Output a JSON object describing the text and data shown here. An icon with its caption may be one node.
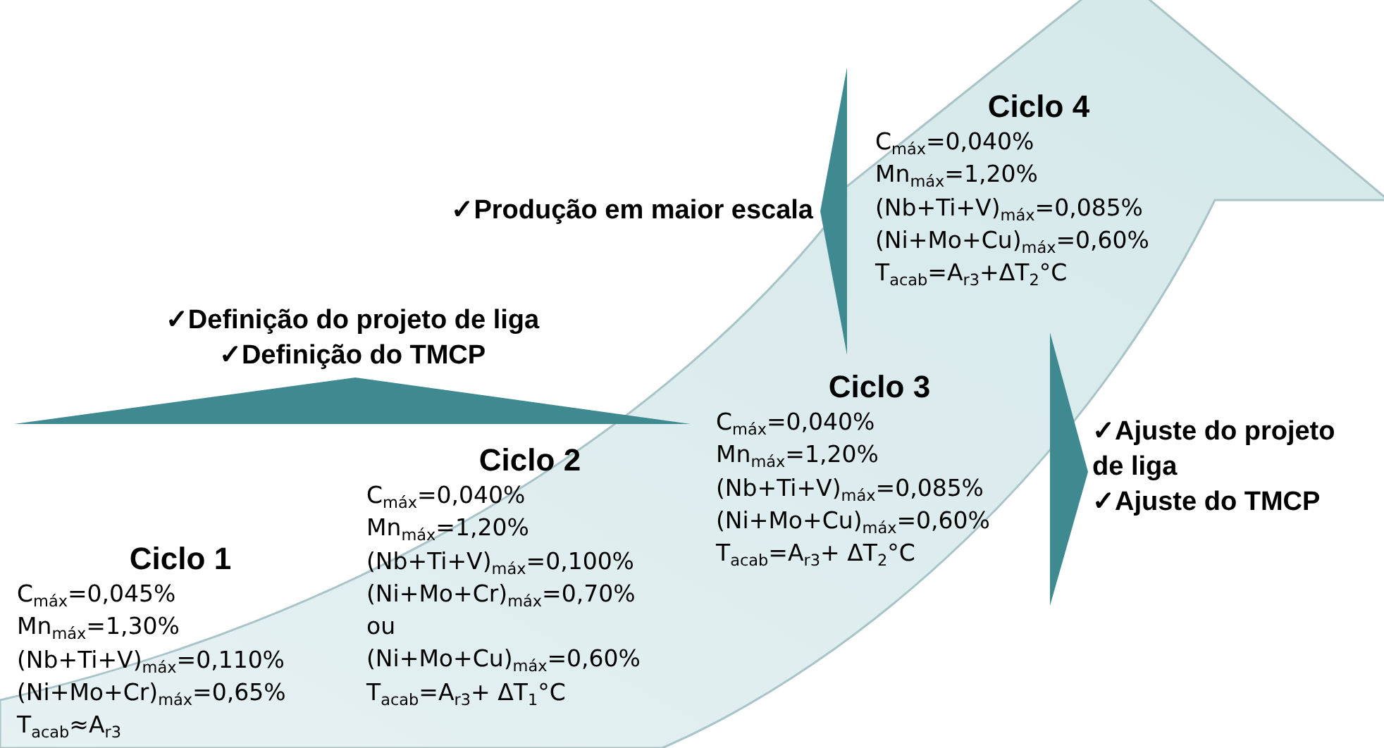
{
  "diagram": {
    "labels": [
      "Ciclo 4",
      "C$_{máx}$=0,040%",
      "Mn$_{máx}$=1,20%",
      "(Nb+Ti+V)$_{máx}$=0,085%",
      "(Ni+Mo+Cu)$_{máx}$=0,60%",
      "T$_{acab}$=A$_{r3}$+ΔT$_{2}$°C",
      "✓Produção em maior escala",
      "✓Definição do projeto de liga",
      "✓Definição do TMCP",
      "Ciclo 3",
      "C$_{máx}$=0,040%",
      "Mn$_{máx}$=1,20%",
      "(Nb+Ti+V)$_{máx}$=0,085%",
      "(Ni+Mo+Cu)$_{máx}$=0,60%",
      "T$_{acab}$=A$_{r3}$+ ΔT$_{2}$°C",
      "✓Ajuste do projeto de liga",
      "✓Ajuste do TMCP",
      "Ciclo 2",
      "C$_{máx}$=0,040%",
      "Mn$_{máx}$=1,20%",
      "(Nb+Ti+V)$_{máx}$=0,100%",
      "(Ni+Mo+Cr)$_{máx}$=0,70%",
      "ou",
      "(Ni+Mo+Cu)$_{máx}$=0,60%",
      "T$_{acab}$=A$_{r3}$+ ΔT$_{1}$°C",
      "Ciclo 1",
      "C$_{máx}$=0,045%",
      "Mn$_{máx}$=1,30%",
      "(Nb+Ti+V)$_{máx}$=0,110%",
      "(Ni+Mo+Cr)$_{máx}$=0,65%",
      "T$_{acab}$≈A$_{r3}$"
    ]
  }
}
